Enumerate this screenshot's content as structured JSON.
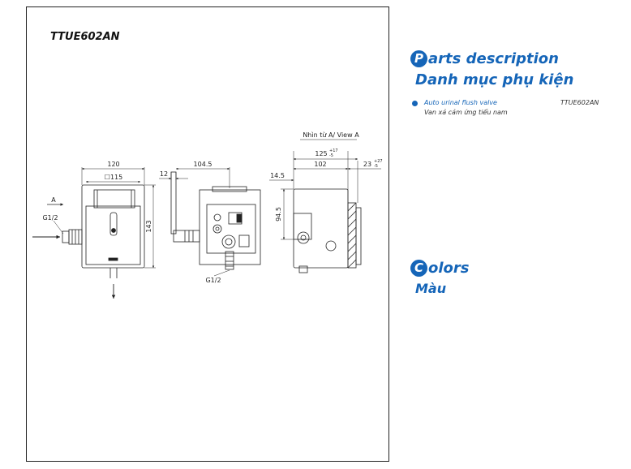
{
  "model_code": "TTUE602AN",
  "drawing": {
    "view_caption": "Nhìn từ A/ View A",
    "view_arrow_label": "A",
    "thread_label_left": "G1/2",
    "thread_label_bottom": "G1/2",
    "dims": {
      "width_outer": "120",
      "width_inner": "☐115",
      "height": "143",
      "pipe_offset": "12",
      "pipe_length": "104.5",
      "depth_total": "125",
      "depth_total_tol_upper": "+17",
      "depth_total_tol_lower": "-5",
      "depth_body": "102",
      "depth_front": "23",
      "depth_front_tol_upper": "+27",
      "depth_front_tol_lower": "-5",
      "side_offset": "14.5",
      "side_height": "94.5"
    }
  },
  "parts_section": {
    "initial": "P",
    "heading_rest": "arts description",
    "subheading": "Danh mục phụ kiện",
    "items": [
      {
        "name": "Auto urinal flush valve",
        "name_vi": "Van xả cảm ứng tiểu nam",
        "code": "TTUE602AN"
      }
    ]
  },
  "colors_section": {
    "initial": "C",
    "heading_rest": "olors",
    "subheading": "Màu"
  },
  "accent_color": "#1565b8"
}
